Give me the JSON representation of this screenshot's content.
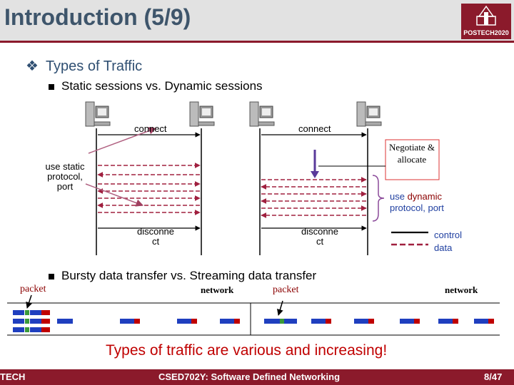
{
  "slide": {
    "title": "Introduction (5/9)",
    "logo_text": "POSTECH2020",
    "main_bullet": "Types of Traffic",
    "sub_bullet_1": "Static sessions vs. Dynamic sessions",
    "sub_bullet_2": "Bursty data transfer vs. Streaming data transfer",
    "conclusion": "Types of traffic are various and increasing!"
  },
  "sessions_diagram": {
    "connect_left": "connect",
    "connect_right": "connect",
    "disconnect_left": "disconne ct",
    "disconnect_right": "disconne ct",
    "static_note": "use static protocol, port",
    "negotiate_note": "Negotiate & allocate",
    "dynamic_prefix": "use ",
    "dynamic_word": "dynamic",
    "dynamic_suffix": "protocol, port",
    "legend_control": "control",
    "legend_data": "data"
  },
  "transfer_diagram": {
    "packet_left": "packet",
    "network_left": "network",
    "packet_right": "packet",
    "network_right": "network"
  },
  "footer": {
    "left": "TECH",
    "center": "CSED702Y: Software Defined Networking",
    "right": "8/47"
  },
  "colors": {
    "header_bg": "#e2e2e2",
    "accent": "#8b1a2b",
    "title": "#3e556b",
    "control_line": "#000000",
    "data_line": "#a0203f",
    "packet_blue": "#1f3fbf",
    "packet_red": "#c00000",
    "packet_green": "#3a9a3a"
  },
  "icons": [
    "computer-icon",
    "hand-arrow-icon"
  ]
}
